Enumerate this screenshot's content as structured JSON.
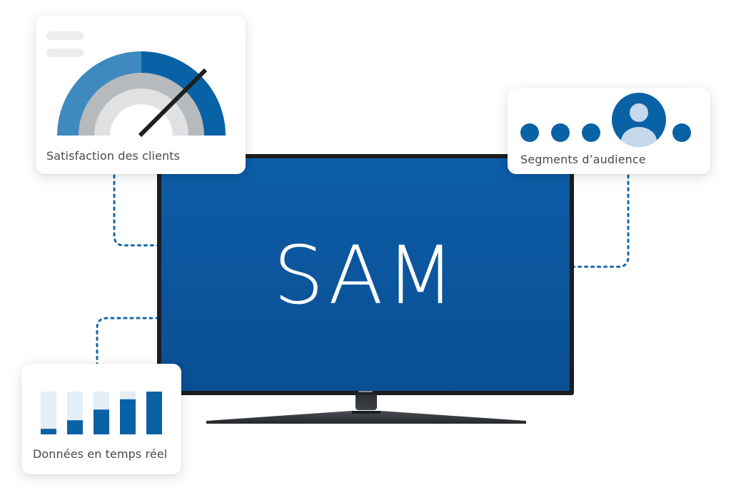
{
  "tv": {
    "title": "SAM",
    "screen_color": "#0b55a0"
  },
  "cards": {
    "satisfaction": {
      "label": "Satisfaction des clients",
      "gauge_level": 0.73
    },
    "segments": {
      "label": "Segments d’audience"
    },
    "realtime": {
      "label": "Données en temps réel",
      "bar_levels": [
        0.13,
        0.33,
        0.58,
        0.82,
        1.0
      ]
    }
  },
  "colors": {
    "primary_blue": "#0a62a6",
    "light_blue": "#3e8ac0",
    "pale_blue": "#e4eef6",
    "gray": "#b7babd",
    "light_gray": "#dfe1e3",
    "connector": "#1766a4"
  }
}
